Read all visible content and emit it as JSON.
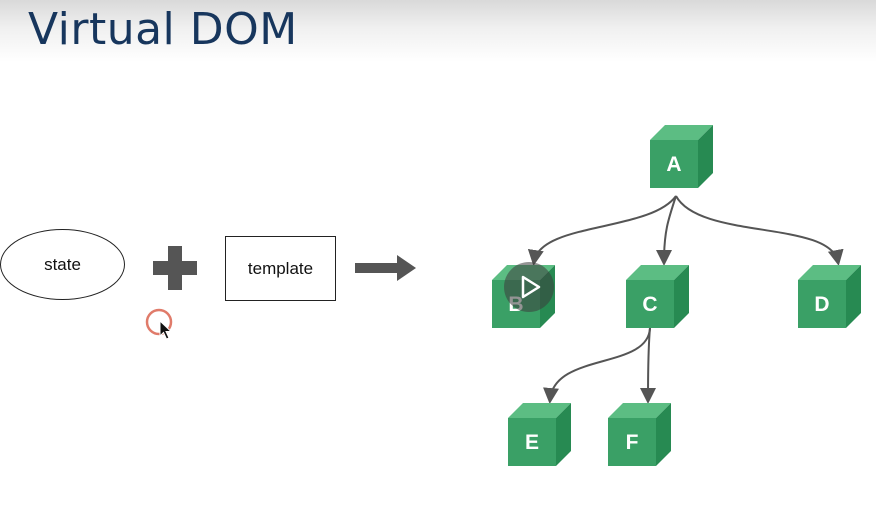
{
  "slide": {
    "title": "Virtual DOM"
  },
  "flow": {
    "state_label": "state",
    "template_label": "template"
  },
  "tree": {
    "nodes": [
      {
        "id": "A",
        "label": "A"
      },
      {
        "id": "B",
        "label": "B"
      },
      {
        "id": "C",
        "label": "C"
      },
      {
        "id": "D",
        "label": "D"
      },
      {
        "id": "E",
        "label": "E"
      },
      {
        "id": "F",
        "label": "F"
      }
    ],
    "edges": [
      {
        "from": "A",
        "to": "B"
      },
      {
        "from": "A",
        "to": "C"
      },
      {
        "from": "A",
        "to": "D"
      },
      {
        "from": "C",
        "to": "E"
      },
      {
        "from": "C",
        "to": "F"
      }
    ]
  },
  "colors": {
    "title": "#17365d",
    "cube_front": "#3aa066",
    "cube_top": "#5cbd83",
    "cube_side": "#278a52",
    "edge": "#555555",
    "plus": "#555555",
    "arrow": "#555555",
    "cursor_ring": "#e07b6a"
  },
  "icons": {
    "play": "play-icon",
    "cursor": "mouse-pointer-icon"
  }
}
